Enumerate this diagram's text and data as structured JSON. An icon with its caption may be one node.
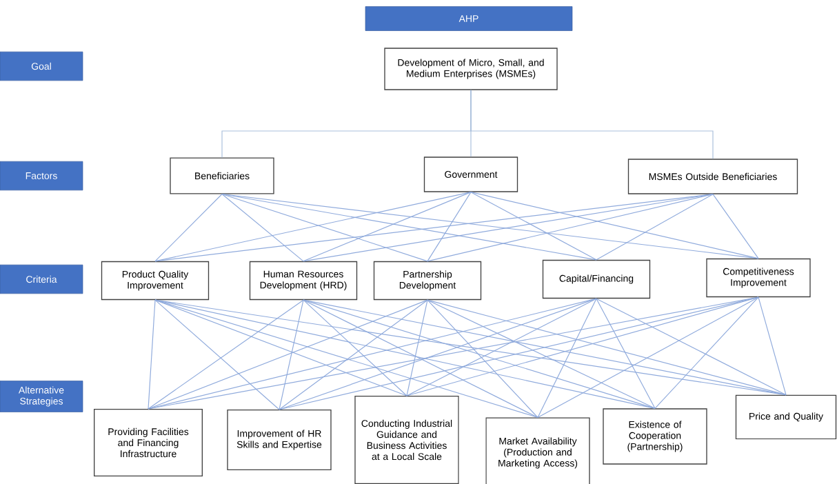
{
  "diagram": {
    "nodes": [
      {
        "text": [
          "AHP"
        ]
      },
      {
        "text": [
          "Goal"
        ]
      },
      {
        "text": [
          "Factors"
        ]
      },
      {
        "text": [
          "Criteria"
        ]
      },
      {
        "text": [
          "Alternative Strategies"
        ]
      },
      {
        "text": [
          "Development of Micro, Small, and Medium Enterprises (MSMEs)"
        ]
      },
      {
        "text": [
          "Beneficiaries"
        ]
      },
      {
        "text": [
          "Government"
        ]
      },
      {
        "text": [
          "MSMEs Outside Beneficiaries"
        ]
      },
      {
        "text": [
          "Product Quality Improvement"
        ]
      },
      {
        "text": [
          "Human Resources Development (HRD)"
        ]
      },
      {
        "text": [
          "Partnership Development"
        ]
      },
      {
        "text": [
          "Capital/Financing"
        ]
      },
      {
        "text": [
          "Competitiveness Improvement"
        ]
      },
      {
        "text": [
          "Providing Facilities and Financing Infrastructure"
        ]
      },
      {
        "text": [
          "Improvement of HR Skills and Expertise"
        ]
      },
      {
        "text": [
          "Conducting Industrial Guidance and Business Activities at a Local Scale"
        ]
      },
      {
        "text": [
          "Market Availability (Production and Marketing Access)"
        ]
      },
      {
        "text": [
          "Existence of Cooperation (Partnership)"
        ]
      },
      {
        "text": [
          "Price and Quality"
        ]
      }
    ],
    "edges": [
      {
        "from": 5,
        "to": 6,
        "arrow": "none"
      },
      {
        "from": 5,
        "to": 7,
        "arrow": "none"
      },
      {
        "from": 5,
        "to": 8,
        "arrow": "none"
      },
      {
        "from": 6,
        "to": 9,
        "arrow": "none"
      },
      {
        "from": 6,
        "to": 10,
        "arrow": "none"
      },
      {
        "from": 6,
        "to": 11,
        "arrow": "none"
      },
      {
        "from": 6,
        "to": 12,
        "arrow": "none"
      },
      {
        "from": 6,
        "to": 13,
        "arrow": "none"
      },
      {
        "from": 7,
        "to": 9,
        "arrow": "none"
      },
      {
        "from": 7,
        "to": 10,
        "arrow": "none"
      },
      {
        "from": 7,
        "to": 11,
        "arrow": "none"
      },
      {
        "from": 7,
        "to": 12,
        "arrow": "none"
      },
      {
        "from": 7,
        "to": 13,
        "arrow": "none"
      },
      {
        "from": 8,
        "to": 9,
        "arrow": "none"
      },
      {
        "from": 8,
        "to": 10,
        "arrow": "none"
      },
      {
        "from": 8,
        "to": 11,
        "arrow": "none"
      },
      {
        "from": 8,
        "to": 12,
        "arrow": "none"
      },
      {
        "from": 8,
        "to": 13,
        "arrow": "none"
      },
      {
        "from": 9,
        "to": 14,
        "arrow": "none"
      },
      {
        "from": 9,
        "to": 15,
        "arrow": "none"
      },
      {
        "from": 9,
        "to": 16,
        "arrow": "none"
      },
      {
        "from": 9,
        "to": 17,
        "arrow": "none"
      },
      {
        "from": 9,
        "to": 18,
        "arrow": "none"
      },
      {
        "from": 9,
        "to": 19,
        "arrow": "none"
      },
      {
        "from": 10,
        "to": 14,
        "arrow": "none"
      },
      {
        "from": 10,
        "to": 15,
        "arrow": "none"
      },
      {
        "from": 10,
        "to": 16,
        "arrow": "none"
      },
      {
        "from": 10,
        "to": 17,
        "arrow": "none"
      },
      {
        "from": 10,
        "to": 18,
        "arrow": "none"
      },
      {
        "from": 10,
        "to": 19,
        "arrow": "none"
      },
      {
        "from": 11,
        "to": 14,
        "arrow": "none"
      },
      {
        "from": 11,
        "to": 15,
        "arrow": "none"
      },
      {
        "from": 11,
        "to": 16,
        "arrow": "none"
      },
      {
        "from": 11,
        "to": 17,
        "arrow": "none"
      },
      {
        "from": 11,
        "to": 18,
        "arrow": "none"
      },
      {
        "from": 11,
        "to": 19,
        "arrow": "none"
      },
      {
        "from": 12,
        "to": 14,
        "arrow": "none"
      },
      {
        "from": 12,
        "to": 15,
        "arrow": "none"
      },
      {
        "from": 12,
        "to": 16,
        "arrow": "none"
      },
      {
        "from": 12,
        "to": 17,
        "arrow": "none"
      },
      {
        "from": 12,
        "to": 18,
        "arrow": "none"
      },
      {
        "from": 12,
        "to": 19,
        "arrow": "none"
      },
      {
        "from": 13,
        "to": 14,
        "arrow": "none"
      },
      {
        "from": 13,
        "to": 15,
        "arrow": "none"
      },
      {
        "from": 13,
        "to": 16,
        "arrow": "none"
      },
      {
        "from": 13,
        "to": 17,
        "arrow": "none"
      },
      {
        "from": 13,
        "to": 18,
        "arrow": "none"
      },
      {
        "from": 13,
        "to": 19,
        "arrow": "none"
      }
    ]
  }
}
